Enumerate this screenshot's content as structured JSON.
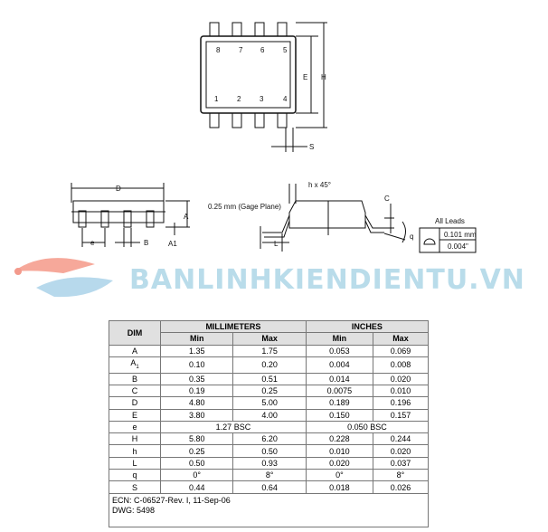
{
  "drawing": {
    "top_pins_upper": [
      "8",
      "7",
      "6",
      "5"
    ],
    "top_pins_lower": [
      "1",
      "2",
      "3",
      "4"
    ],
    "labels": {
      "E": "E",
      "H": "H",
      "S": "S",
      "D": "D",
      "A": "A",
      "A1": "A1",
      "e": "e",
      "B": "B",
      "hx45": "h x 45°",
      "gage": "0.25 mm (Gage Plane)",
      "C": "C",
      "L": "L",
      "q": "q"
    },
    "all_leads": {
      "title": "All Leads",
      "mm": "0.101 mm",
      "in": "0.004\""
    }
  },
  "watermark": "BANLINHKIENDIENTU.VN",
  "table": {
    "dim_header": "DIM",
    "mm_header": "MILLIMETERS",
    "in_header": "INCHES",
    "min": "Min",
    "max": "Max",
    "rows": [
      {
        "dim": "A",
        "mm_min": "1.35",
        "mm_max": "1.75",
        "in_min": "0.053",
        "in_max": "0.069"
      },
      {
        "dim": "A1",
        "mm_min": "0.10",
        "mm_max": "0.20",
        "in_min": "0.004",
        "in_max": "0.008"
      },
      {
        "dim": "B",
        "mm_min": "0.35",
        "mm_max": "0.51",
        "in_min": "0.014",
        "in_max": "0.020"
      },
      {
        "dim": "C",
        "mm_min": "0.19",
        "mm_max": "0.25",
        "in_min": "0.0075",
        "in_max": "0.010"
      },
      {
        "dim": "D",
        "mm_min": "4.80",
        "mm_max": "5.00",
        "in_min": "0.189",
        "in_max": "0.196"
      },
      {
        "dim": "E",
        "mm_min": "3.80",
        "mm_max": "4.00",
        "in_min": "0.150",
        "in_max": "0.157"
      },
      {
        "dim": "e",
        "mm_bsc": "1.27 BSC",
        "in_bsc": "0.050 BSC"
      },
      {
        "dim": "H",
        "mm_min": "5.80",
        "mm_max": "6.20",
        "in_min": "0.228",
        "in_max": "0.244"
      },
      {
        "dim": "h",
        "mm_min": "0.25",
        "mm_max": "0.50",
        "in_min": "0.010",
        "in_max": "0.020"
      },
      {
        "dim": "L",
        "mm_min": "0.50",
        "mm_max": "0.93",
        "in_min": "0.020",
        "in_max": "0.037"
      },
      {
        "dim": "q",
        "mm_min": "0°",
        "mm_max": "8°",
        "in_min": "0°",
        "in_max": "8°"
      },
      {
        "dim": "S",
        "mm_min": "0.44",
        "mm_max": "0.64",
        "in_min": "0.018",
        "in_max": "0.026"
      }
    ],
    "ecn": "ECN: C-06527-Rev. I, 11-Sep-06",
    "dwg": "DWG: 5498"
  }
}
